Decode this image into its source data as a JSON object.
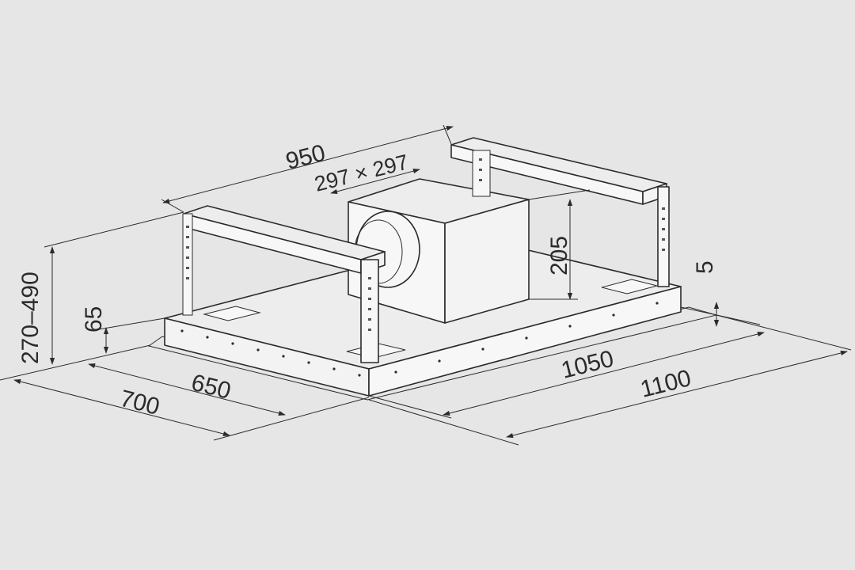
{
  "dimensions": {
    "overall_width": "1100",
    "body_width": "1050",
    "overall_depth": "700",
    "body_depth": "650",
    "bracket_span": "950",
    "motor_box": "297 × 297",
    "motor_height": "205",
    "body_height": "65",
    "adjustable_height": "270–490",
    "glass_height": "5"
  },
  "colors": {
    "background": "#e6e6e6",
    "line": "#2b2b2b",
    "glass_edge": "#9a9a9a"
  }
}
